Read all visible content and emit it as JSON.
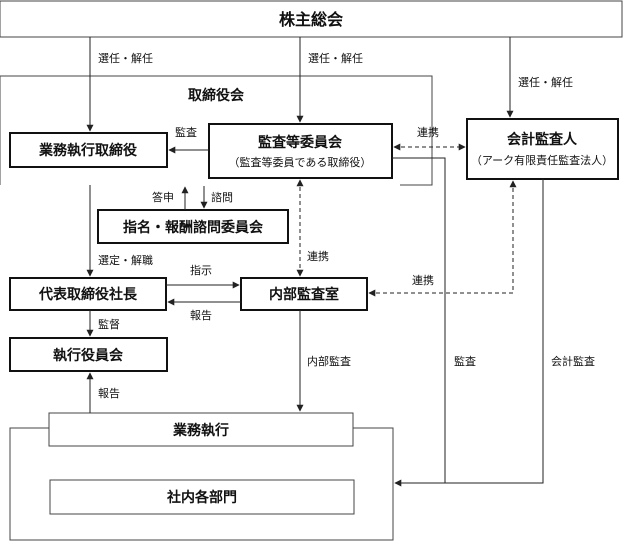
{
  "nodes": {
    "shareholders": "株主総会",
    "board": "取締役会",
    "exec_directors": "業務執行取締役",
    "audit_committee_title": "監査等委員会",
    "audit_committee_sub": "（監査等委員である取締役）",
    "accounting_auditor_title": "会計監査人",
    "accounting_auditor_sub": "（アーク有限責任監査法人）",
    "nomination_committee": "指名・報酬諮問委員会",
    "president": "代表取締役社長",
    "internal_audit": "内部監査室",
    "exec_officers": "執行役員会",
    "business_execution": "業務執行",
    "departments": "社内各部門"
  },
  "labels": {
    "elect_1": "選任・解任",
    "elect_2": "選任・解任",
    "elect_3": "選任・解任",
    "audit_short": "監査",
    "coop_1": "連携",
    "answer": "答申",
    "consult": "諮問",
    "appoint_dismiss": "選定・解職",
    "coop_2": "連携",
    "instruct": "指示",
    "coop_3": "連携",
    "report_1": "報告",
    "supervise": "監督",
    "internal_audit_label": "内部監査",
    "audit_long": "監査",
    "accounting_audit": "会計監査",
    "report_2": "報告"
  }
}
